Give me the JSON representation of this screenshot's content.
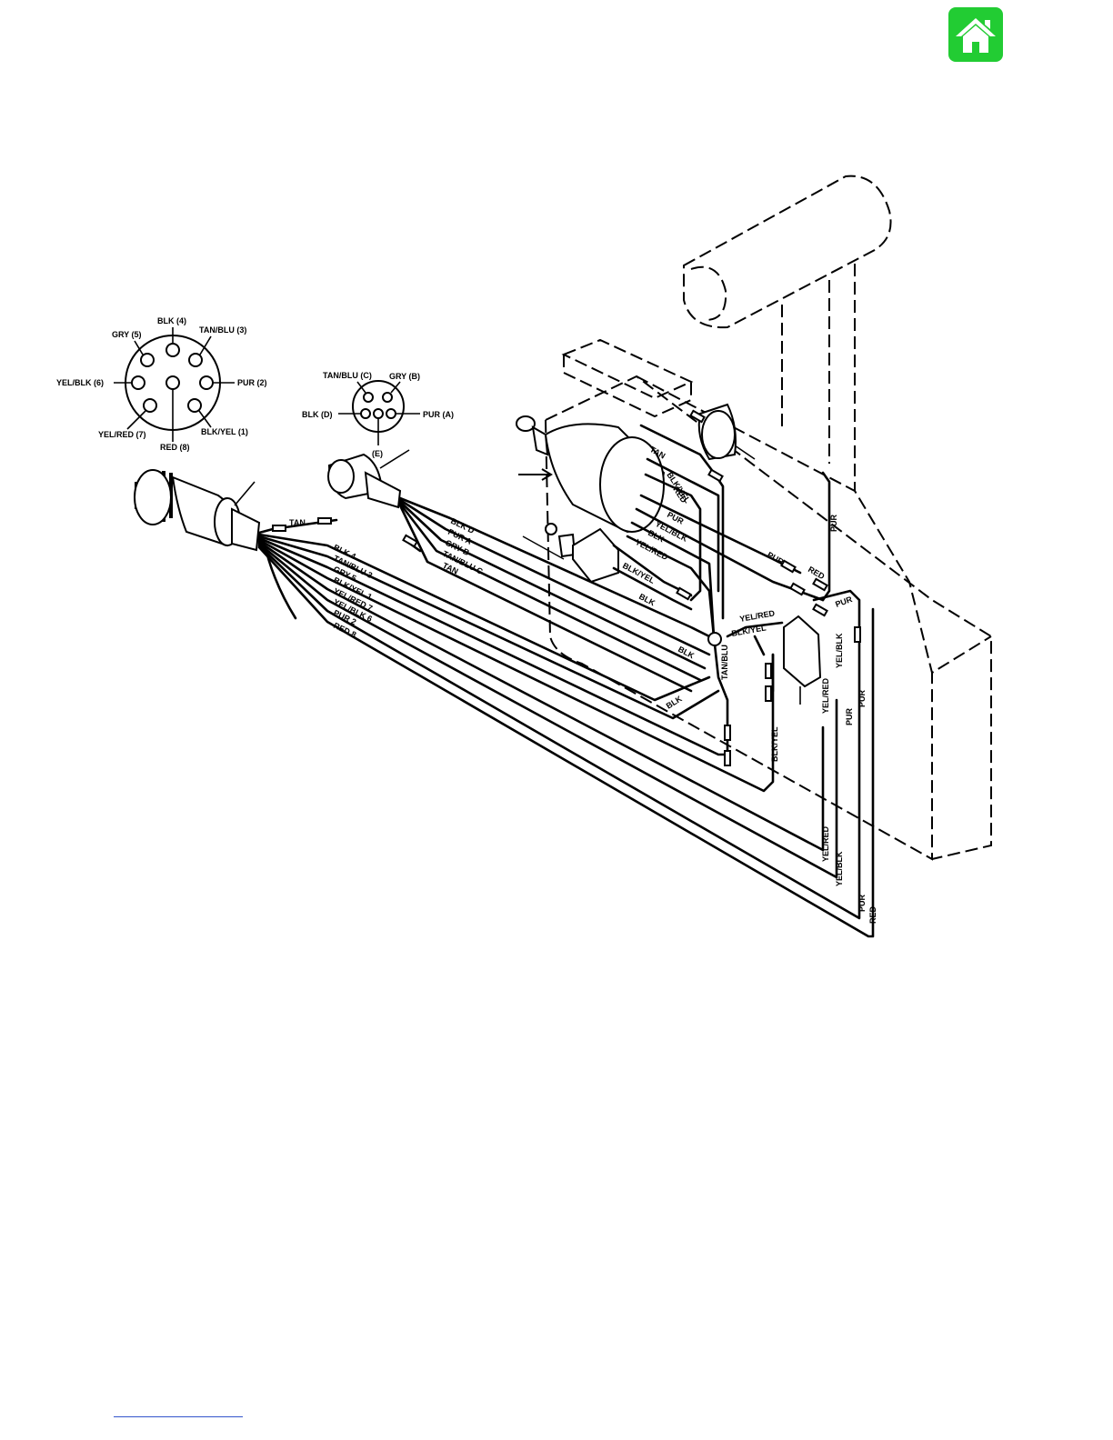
{
  "home": {
    "color": "#22cc33",
    "icon": "home-icon"
  },
  "connector_8pin": {
    "pins": [
      "BLK (4)",
      "TAN/BLU (3)",
      "GRY (5)",
      "YEL/BLK (6)",
      "PUR (2)",
      "YEL/RED (7)",
      "RED (8)",
      "BLK/YEL (1)"
    ]
  },
  "connector_5pin": {
    "pins": [
      "TAN/BLU (C)",
      "GRY (B)",
      "BLK (D)",
      "PUR (A)",
      "(E)"
    ]
  },
  "harness_8pin_wires": {
    "tan": "TAN",
    "items": [
      "BLK 4",
      "TAN/BLU 3",
      "GRY 5",
      "BLK/YEL 1",
      "YEL/RED 7",
      "YEL/BLK 6",
      "PUR 2",
      "RED 8"
    ]
  },
  "harness_5pin_wires": {
    "items": [
      "BLK D",
      "PUR A",
      "GRY B",
      "TAN/BLU C",
      "TAN"
    ]
  },
  "key_switch_wires": {
    "items": [
      "TAN",
      "BLK/YEL",
      "RED",
      "PUR",
      "YEL/BLK",
      "BLK",
      "YEL/RED"
    ]
  },
  "stop_switch_wires": {
    "items": [
      "BLK/YEL",
      "BLK"
    ]
  },
  "control_labels": {
    "pur_top": "PUR",
    "pur_mid": "PUR",
    "red_mid": "RED",
    "pur_right": "PUR",
    "yel_red": "YEL/RED",
    "blk_yel": "BLK/YEL",
    "blk_lower": "BLK",
    "tan_blu": "TAN/BLU",
    "blk_bottom": "BLK",
    "blk_yel_vertical": "BLK/YEL",
    "yel_red_vertical": "YEL/RED",
    "yel_blk_vertical": "YEL/BLK",
    "pur_v1": "PUR",
    "pur_v2": "PUR"
  },
  "exit_labels": [
    "YEL/RED",
    "YEL/BLK",
    "PUR",
    "RED"
  ]
}
